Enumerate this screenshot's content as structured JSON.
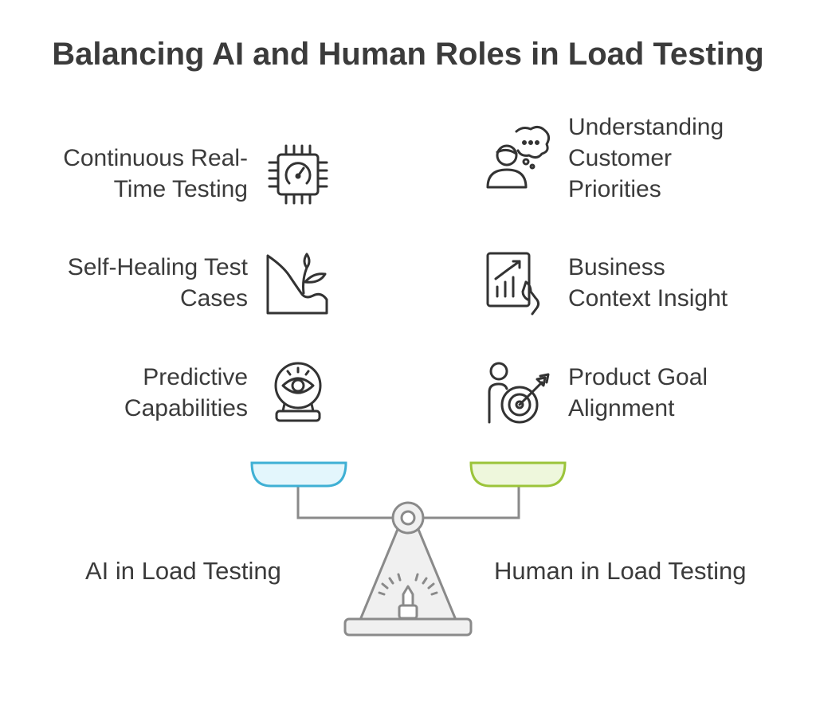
{
  "title": "Balancing AI and Human Roles in Load Testing",
  "ai_items": [
    {
      "label": "Continuous Real-\nTime Testing",
      "icon": "cpu-gauge-icon"
    },
    {
      "label": "Self-Healing Test\nCases",
      "icon": "sprout-icon"
    },
    {
      "label": "Predictive\nCapabilities",
      "icon": "crystal-ball-eye-icon"
    }
  ],
  "human_items": [
    {
      "label": "Understanding\nCustomer\nPriorities",
      "icon": "person-thinking-icon"
    },
    {
      "label": "Business\nContext Insight",
      "icon": "tablet-chart-icon"
    },
    {
      "label": "Product Goal\nAlignment",
      "icon": "person-target-icon"
    }
  ],
  "ai_caption": "AI in Load Testing",
  "human_caption": "Human in Load Testing",
  "colors": {
    "text": "#3b3b3b",
    "line": "#8a8a8a",
    "ai_pan_fill": "#e3f6fc",
    "ai_pan_stroke": "#3fb0d4",
    "human_pan_fill": "#eef7dc",
    "human_pan_stroke": "#9bc43a",
    "base_fill": "#f0f0f0"
  }
}
